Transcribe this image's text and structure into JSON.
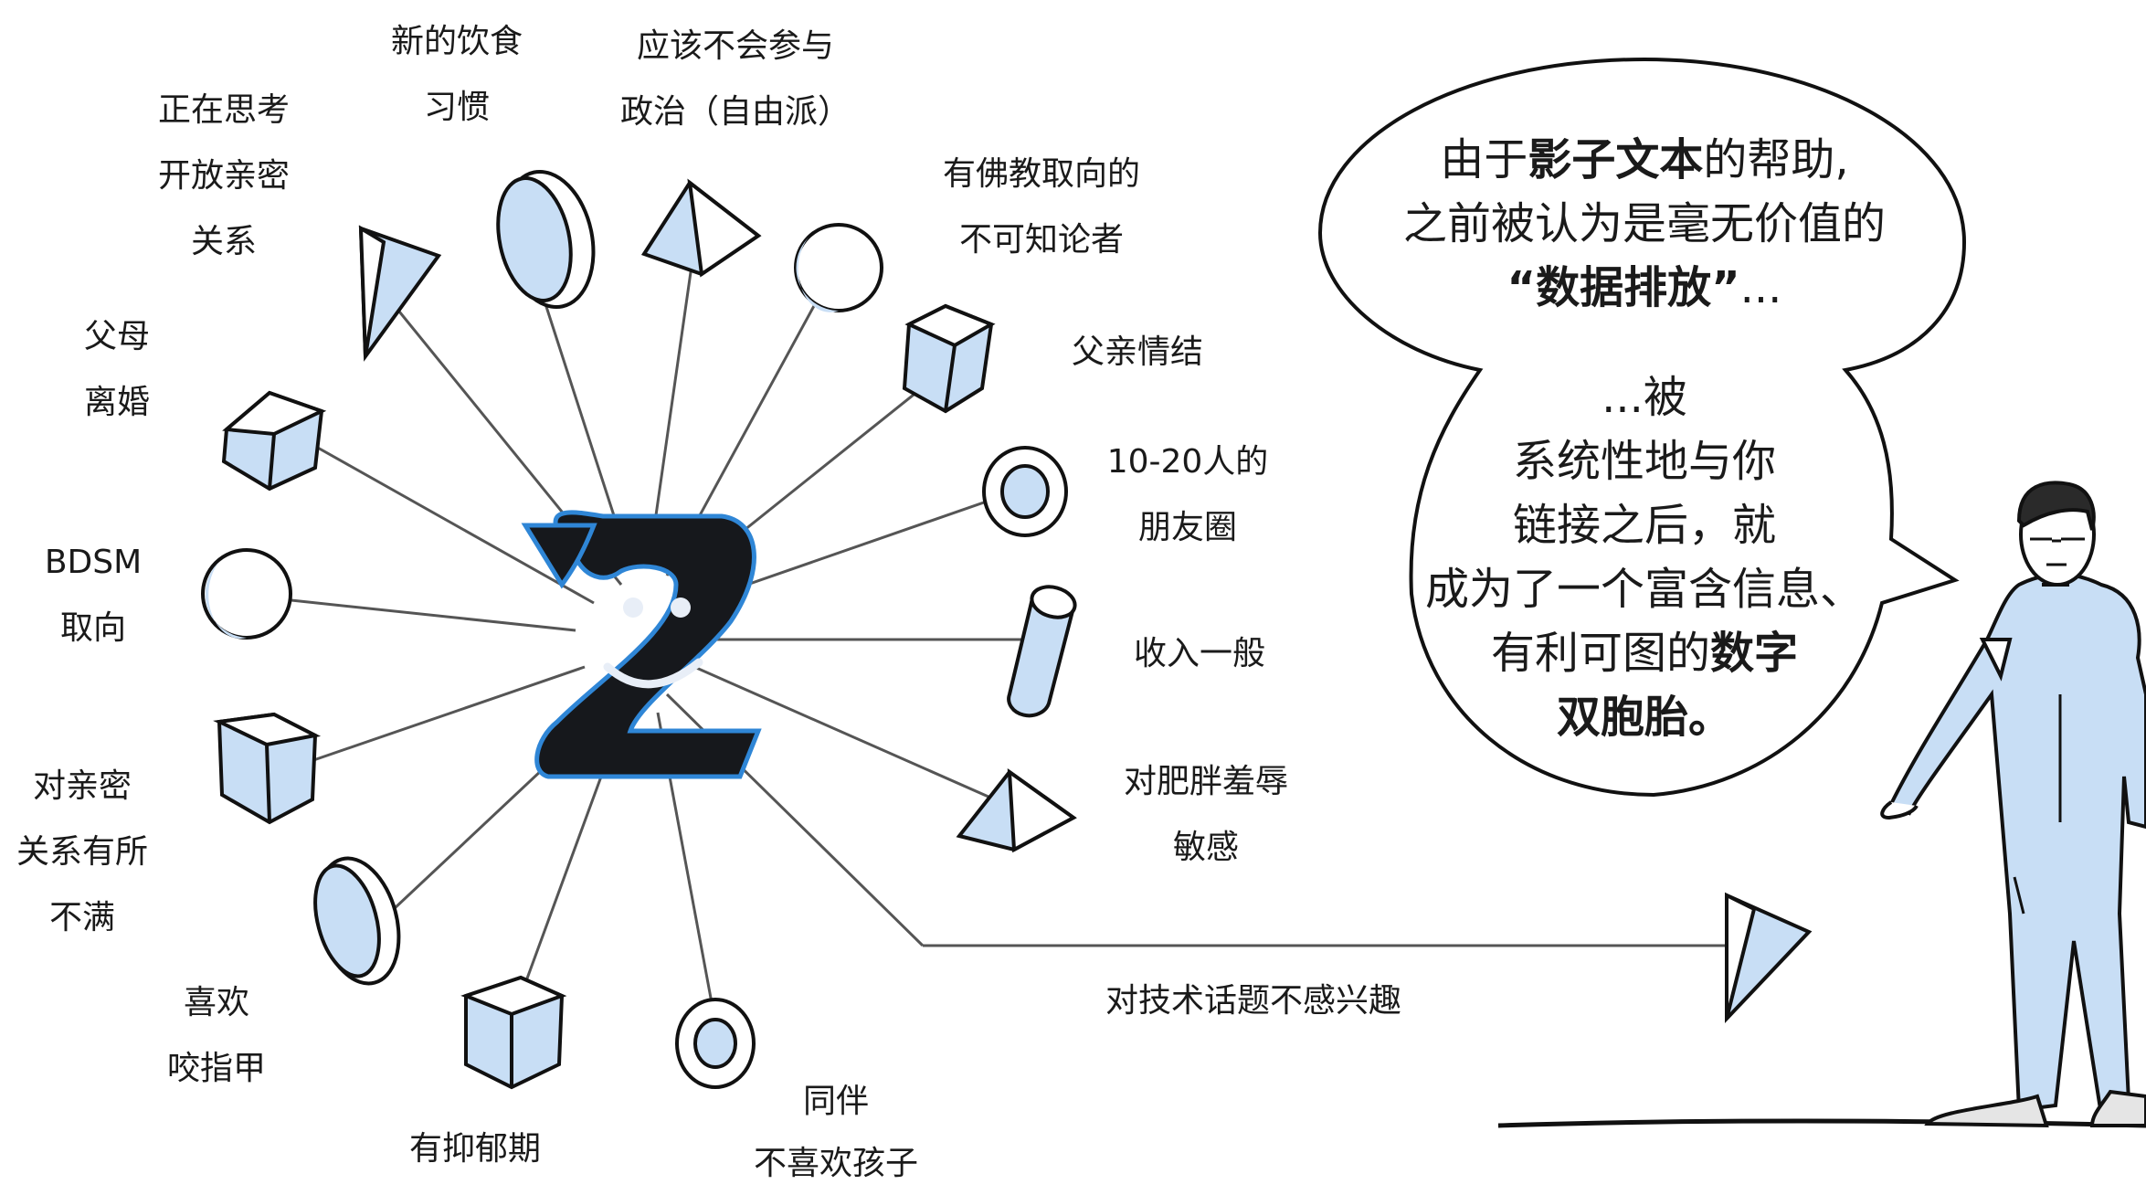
{
  "labels": {
    "rethinking_open_relationships": [
      "正在思考",
      "开放亲密",
      "关系"
    ],
    "new_diet": [
      "新的饮食",
      "习惯"
    ],
    "politics_liberal": [
      "应该不会参与",
      "政治（自由派）"
    ],
    "buddhist_agnostic": [
      "有佛教取向的",
      "不可知论者"
    ],
    "parents_divorced": [
      "父母",
      "离婚"
    ],
    "father_complex": [
      "父亲情结"
    ],
    "friend_circle": [
      "10-20人的",
      "朋友圈"
    ],
    "bdsm": [
      "BDSM",
      "取向"
    ],
    "average_income": [
      "收入一般"
    ],
    "dissatisfied_relationship": [
      "对亲密",
      "关系有所",
      "不满"
    ],
    "fat_shaming": [
      "对肥胖羞辱",
      "敏感"
    ],
    "nail_biting": [
      "喜欢",
      "咬指甲"
    ],
    "depressive_episode": [
      "有抑郁期"
    ],
    "partner_no_kids": [
      "同伴",
      "不喜欢孩子"
    ],
    "not_tech_interested": [
      "对技术话题不感兴趣"
    ]
  },
  "speech_bubble": {
    "line1_a": "由于",
    "line1_b": "影子文本",
    "line1_c": "的帮助,",
    "line2": "之前被认为是毫无价值的",
    "line3_a": "“数据排放”",
    "line3_b": "...",
    "line4": "...被",
    "line5": "系统性地与你",
    "line6": "链接之后，就",
    "line7": "成为了一个富含信息、",
    "line8_a": "有利可图的",
    "line8_b": "数字",
    "line9": "双胞胎。"
  },
  "colors": {
    "shape_fill": "#c8def5",
    "shape_outline": "#111111",
    "logo_fill": "#16181c",
    "logo_outline": "#2f86d6"
  },
  "icons": {
    "center": "shadow-text-logo",
    "person": "man-presenting"
  }
}
